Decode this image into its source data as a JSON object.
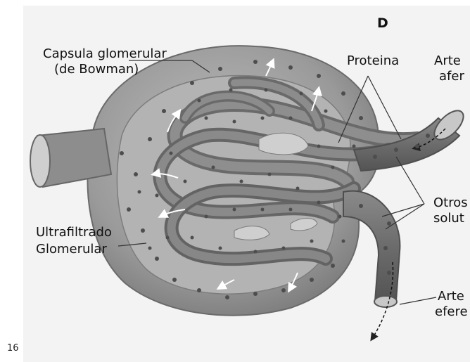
{
  "figure": {
    "panel_letter": "D",
    "labels": {
      "capsule_line1": "Capsula glomerular",
      "capsule_line2": "(de Bowman)",
      "protein": "Proteina",
      "afferent_line1": "Arte",
      "afferent_line2": "afer",
      "solutes_line1": "Otros",
      "solutes_line2": "solut",
      "ultrafiltrate_line1": "Ultrafiltrado",
      "ultrafiltrate_line2": "Glomerular",
      "efferent_line1": "Arte",
      "efferent_line2": "efere"
    }
  },
  "page_number": "16",
  "colors": {
    "background": "#f3f3f3",
    "capsule": "#8c8c8c",
    "capsule_inner": "#a9a9a9",
    "vessel": "#707070",
    "dots": "#4d4d4d",
    "leader_lines": "#333333"
  }
}
